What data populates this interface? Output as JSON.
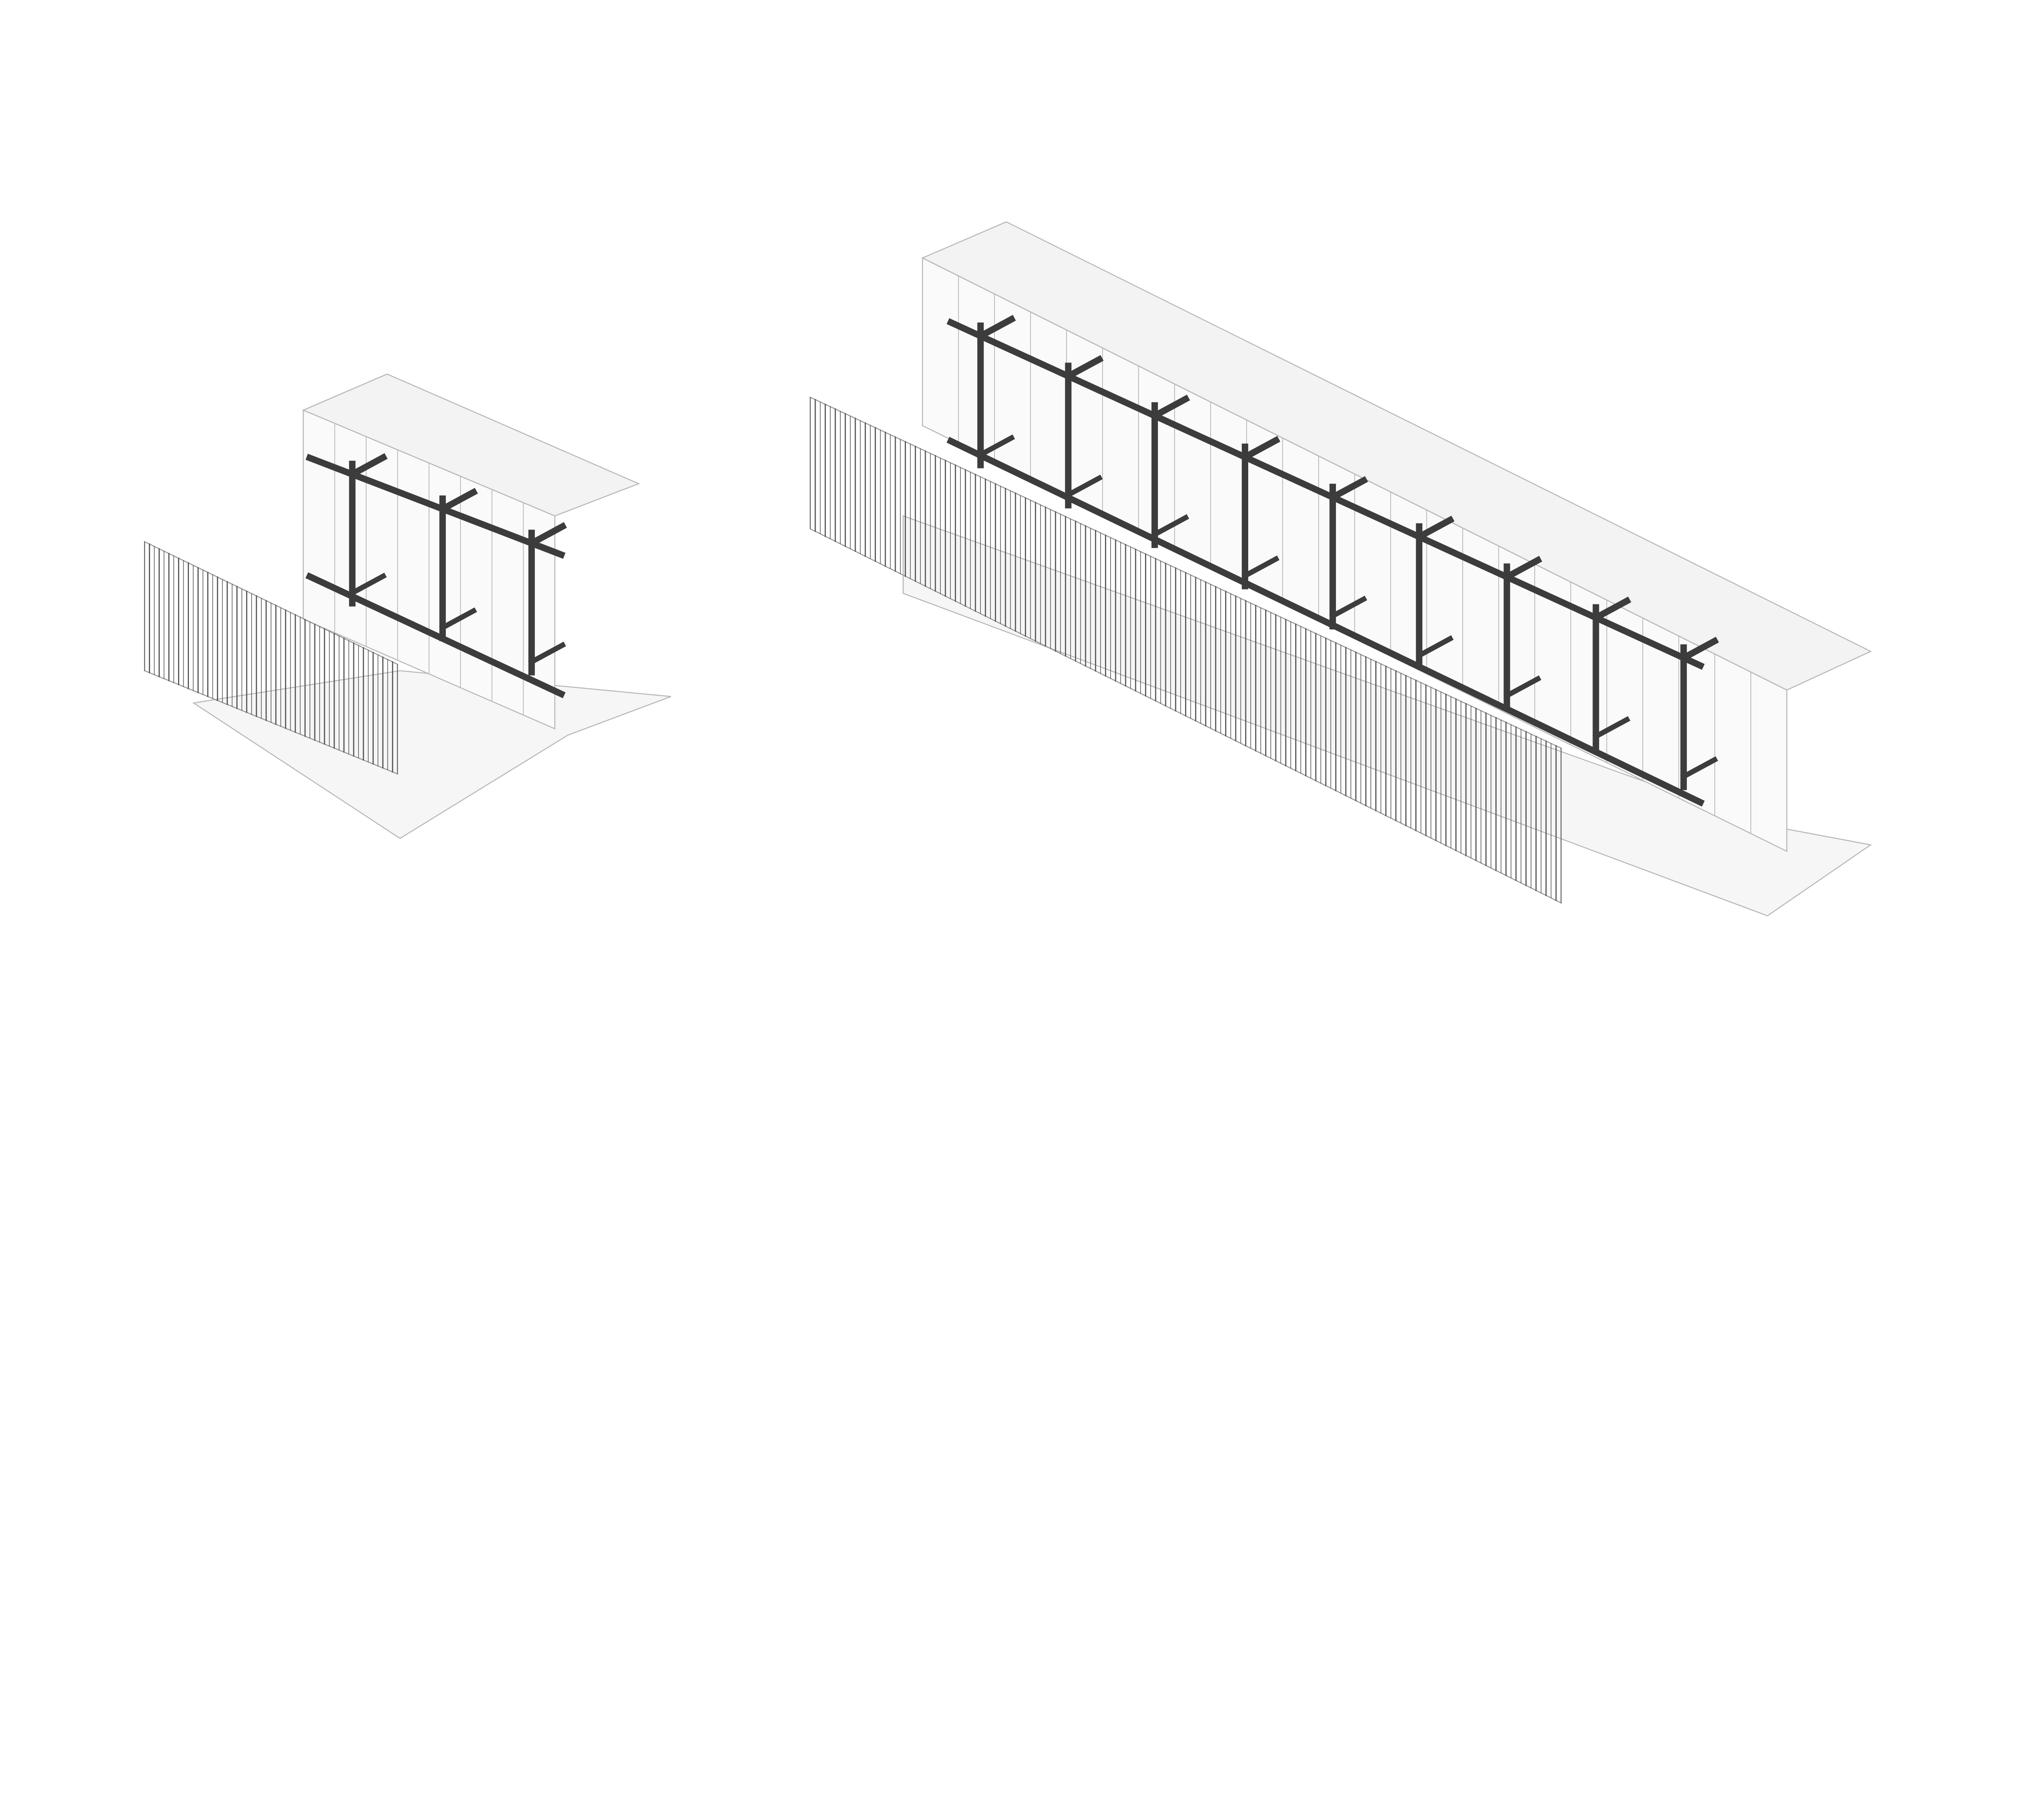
{
  "diagram": {
    "type": "axonometric architectural diagram",
    "colors": {
      "background": "#ffffff",
      "structural_frame": "#3c3c3c",
      "outline": "#b8b8b8",
      "louver": "#555555",
      "glass_fill": "#f3f3f3"
    },
    "buildings": [
      {
        "id": "small-pavilion",
        "frame_bays": 3
      },
      {
        "id": "long-pavilion",
        "frame_bays": 9
      }
    ]
  }
}
